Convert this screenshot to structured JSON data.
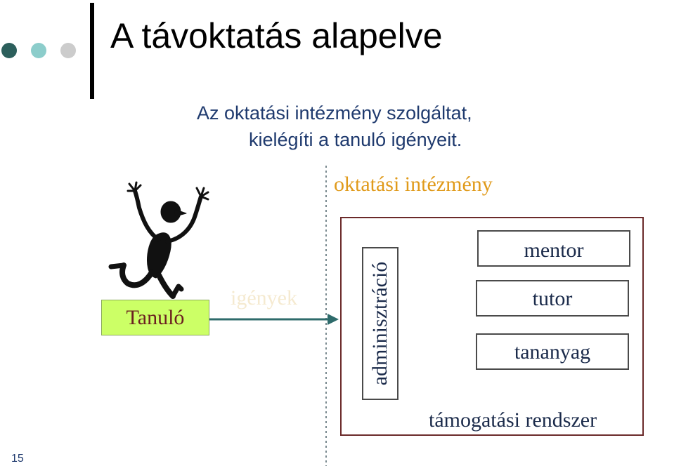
{
  "title": "A távoktatás alapelve",
  "subtitle": {
    "line1": "Az oktatási intézmény szolgáltat,",
    "line2": "kielégíti a tanuló igényeit."
  },
  "diagram": {
    "institution_label": "oktatási intézmény",
    "learner_label": "Tanuló",
    "arrow_label": "igények",
    "admin_label": "adminisztráció",
    "boxes": [
      "mentor",
      "tutor",
      "tananyag"
    ],
    "system_label": "támogatási rendszer"
  },
  "slide_number": "15",
  "colors": {
    "dot1": "#2c5f5c",
    "dot2": "#8ccdcb",
    "dot3": "#cccccc",
    "title_text": "#000000",
    "subtitle_text": "#1f3a6e",
    "institution_text": "#e09a1a",
    "learner_box_fill": "#ccff66",
    "arrow": "#2e6b6b",
    "arrow_label_text": "#f5ead0",
    "outer_box_border": "#6b2a2a",
    "dashed_line": "#7a8a8f"
  },
  "icons": [
    "running-figure-icon"
  ]
}
